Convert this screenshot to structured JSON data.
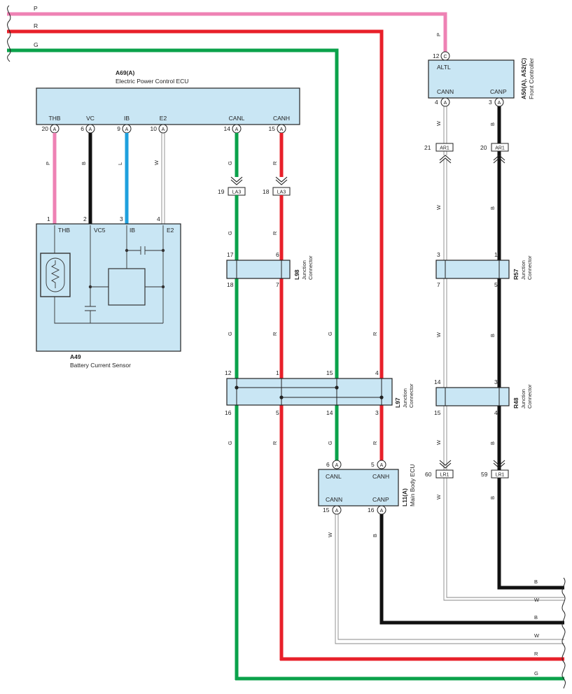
{
  "colors": {
    "pink": "#ee82b4",
    "red": "#e8202a",
    "green": "#0aa24a",
    "black": "#111111",
    "blue": "#1ea0de",
    "white_wire": "#888888",
    "box_fill": "#c9e6f4"
  },
  "bus": {
    "p": "P",
    "r": "R",
    "g": "G"
  },
  "front": {
    "code": "A50(A), A52(C)",
    "name": "Front Controller",
    "altl": "ALTL",
    "cann": "CANN",
    "canp": "CANP",
    "pin_altl_no": "12",
    "pin_altl_letter": "C",
    "pin_cann_no": "4",
    "pin_cann_letter": "A",
    "pin_canp_no": "3",
    "pin_canp_letter": "A",
    "wire_altl": "P"
  },
  "ecu": {
    "code": "A69(A)",
    "name": "Electric Power Control ECU",
    "pins": [
      {
        "label": "THB",
        "no": "20",
        "letter": "A",
        "wire": "P"
      },
      {
        "label": "VC",
        "no": "6",
        "letter": "A",
        "wire": "B"
      },
      {
        "label": "IB",
        "no": "9",
        "letter": "A",
        "wire": "L"
      },
      {
        "label": "E2",
        "no": "10",
        "letter": "A",
        "wire": "W"
      },
      {
        "label": "CANL",
        "no": "14",
        "letter": "A",
        "wire": "G"
      },
      {
        "label": "CANH",
        "no": "15",
        "letter": "A",
        "wire": "R"
      }
    ]
  },
  "sensor": {
    "code": "A49",
    "name": "Battery Current Sensor",
    "pins": [
      {
        "no": "1",
        "label": "THB"
      },
      {
        "no": "2",
        "label": "VC5"
      },
      {
        "no": "3",
        "label": "IB"
      },
      {
        "no": "4",
        "label": "E2"
      }
    ]
  },
  "la3": {
    "label": "LA3",
    "pin_g": "19",
    "pin_r": "18",
    "wire_g": "G",
    "wire_r": "R"
  },
  "ar1": {
    "label": "AR1",
    "pin_w": "21",
    "pin_b": "20",
    "wire_w": "W",
    "wire_b": "B"
  },
  "l98": {
    "code": "L98",
    "name1": "Junction",
    "name2": "Connector",
    "g_in": "17",
    "r_in": "6",
    "g_out": "18",
    "r_out": "7",
    "wire_g": "G",
    "wire_r": "R"
  },
  "r57": {
    "code": "R57",
    "name1": "Junction",
    "name2": "Connector",
    "w_in": "3",
    "b_in": "1",
    "w_out": "7",
    "b_out": "5",
    "wire_w": "W",
    "wire_b": "B"
  },
  "l97": {
    "code": "L97",
    "name1": "Junction",
    "name2": "Connector",
    "top": [
      "12",
      "1",
      "15",
      "4"
    ],
    "bottom": [
      "16",
      "5",
      "14",
      "3"
    ],
    "wires_above": [
      "G",
      "R",
      "G",
      "R"
    ],
    "wires_below": [
      "G",
      "R",
      "G",
      "R"
    ]
  },
  "r48": {
    "code": "R48",
    "name1": "Junction",
    "name2": "Connector",
    "w_in": "14",
    "b_in": "3",
    "w_out": "15",
    "b_out": "4",
    "wire_w": "W",
    "wire_b": "B"
  },
  "lr1": {
    "label": "LR1",
    "pin_w": "60",
    "pin_b": "59",
    "wire_w": "W",
    "wire_b": "B"
  },
  "body": {
    "code": "L11(A)",
    "name": "Main Body ECU",
    "canl": "CANL",
    "canh": "CANH",
    "cann": "CANN",
    "canp": "CANP",
    "pin_canl_no": "6",
    "pin_canh_no": "5",
    "pin_cann_no": "15",
    "pin_canp_no": "16",
    "letter": "A",
    "wire_cann": "W",
    "wire_canp": "B"
  },
  "bottom_bus": [
    "B",
    "W",
    "B",
    "W",
    "R",
    "G"
  ]
}
